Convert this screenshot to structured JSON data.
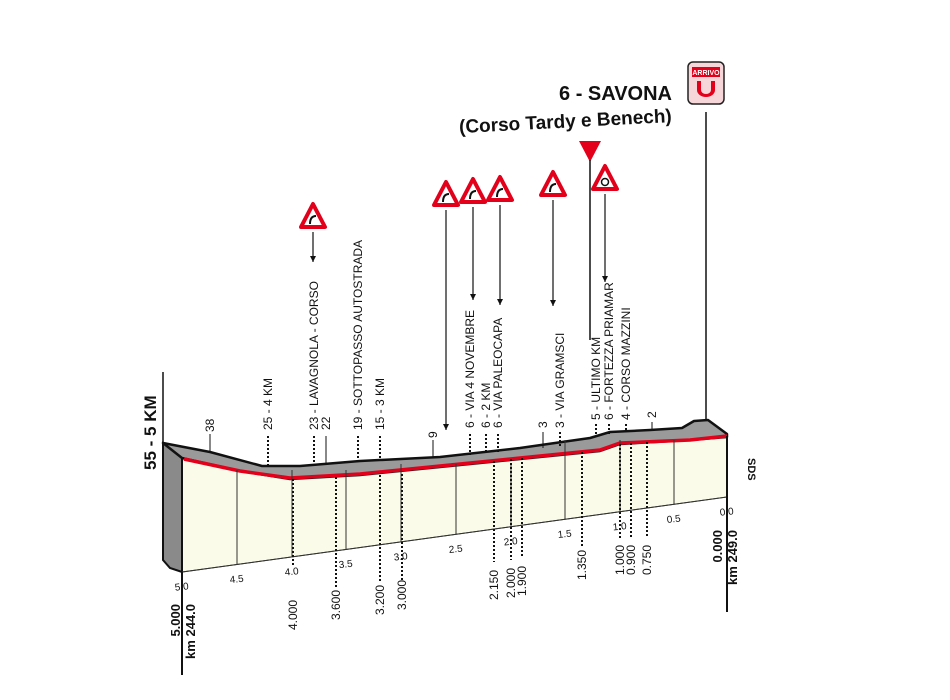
{
  "finish": {
    "title": "6 - SAVONA",
    "subtitle": "(Corso Tardy e Benech)",
    "sign": "ARRIVO"
  },
  "side_label": "55 - 5 KM",
  "sds_label": "SDS",
  "top_labels": [
    "38",
    "25 - 4 KM",
    "23 - LAVAGNOLA - CORSO",
    "22",
    "19 - SOTTOPASSO AUTOSTRADA",
    "15 - 3 KM",
    "9",
    "6 - VIA 4 NOVEMBRE",
    "6 - 2 KM",
    "6 - VIA PALEOCAPA",
    "3",
    "3 - VIA GRAMSCI",
    "5 - ULTIMO KM",
    "6 - FORTEZZA PRIAMAR",
    "4 - CORSO MAZZINI",
    "2"
  ],
  "km_ticks": [
    "5.0",
    "4.5",
    "4.0",
    "3.5",
    "3.0",
    "2.5",
    "2.0",
    "1.5",
    "1.0",
    "0.5",
    "0.0"
  ],
  "markers": [
    "4.000",
    "3.600",
    "3.200",
    "3.000",
    "2.150",
    "2.000",
    "1.900",
    "1.350",
    "1.000",
    "0.900",
    "0.750"
  ],
  "start": {
    "distance": "5.000",
    "km": "km 244.0"
  },
  "end": {
    "distance": "0.000",
    "km": "km 249.0"
  },
  "colors": {
    "route": "#e3001b",
    "profile_face": "#9a9a9a",
    "ground": "#fbfbea",
    "sign_red": "#e3001b"
  }
}
